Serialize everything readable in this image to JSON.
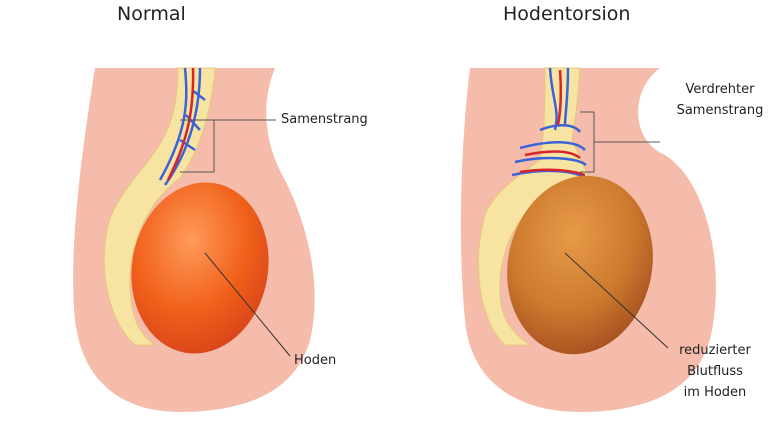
{
  "titles": {
    "normal": "Normal",
    "torsion": "Hodentorsion"
  },
  "labels": {
    "samenstrang": "Samenstrang",
    "hoden": "Hoden",
    "verdrehter_line1": "Verdrehter",
    "verdrehter_line2": "Samenstrang",
    "reduziert_line1": "reduzierter",
    "reduziert_line2": "Blutfluss",
    "reduziert_line3": "im Hoden"
  },
  "colors": {
    "skin": "#f5bcab",
    "testis_normal": "#f0601a",
    "testis_torsion": "#c8762c",
    "cord": "#f8e4a2",
    "vein": "#3a63d8",
    "artery": "#d8232a"
  }
}
